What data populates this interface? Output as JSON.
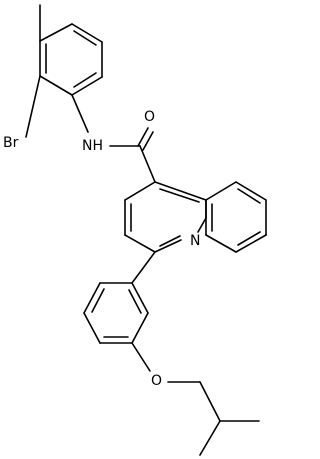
{
  "molecule": {
    "atom_labels": {
      "br": "Br",
      "nh": "NH",
      "o_carbonyl": "O",
      "n_ring": "N",
      "o_ether": "O"
    }
  },
  "colors": {
    "bond": "#000000",
    "label": "#000000",
    "background": "#ffffff"
  }
}
